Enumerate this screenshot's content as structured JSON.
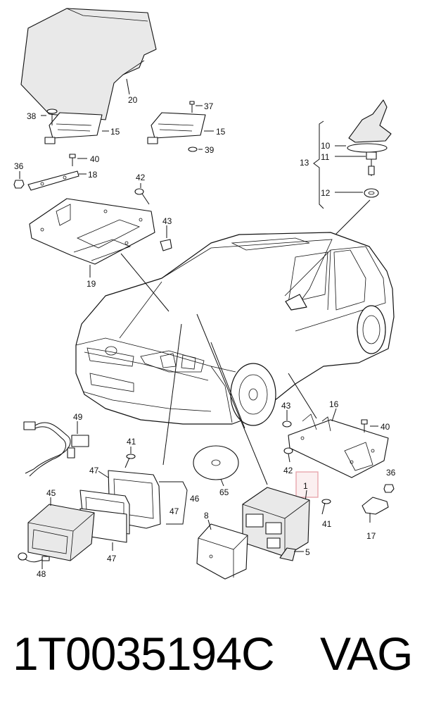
{
  "diagram": {
    "callouts": {
      "n20": "20",
      "n37": "37",
      "n38": "38",
      "n15a": "15",
      "n15b": "15",
      "n40a": "40",
      "n39": "39",
      "n36a": "36",
      "n18": "18",
      "n42a": "42",
      "n43a": "43",
      "n19": "19",
      "n10": "10",
      "n11": "11",
      "n13": "13",
      "n12": "12",
      "n49": "49",
      "n41a": "41",
      "n47a": "47",
      "n46": "46",
      "n47b": "47",
      "n45": "45",
      "n47c": "47",
      "n48": "48",
      "n65": "65",
      "n8": "8",
      "n1": "1",
      "n41b": "41",
      "n5": "5",
      "n43b": "43",
      "n42b": "42",
      "n16": "16",
      "n40b": "40",
      "n36b": "36",
      "n17": "17"
    },
    "highlight_color": "#e8a7ad"
  },
  "caption": {
    "part_number": "1T0035194C",
    "brand": "VAG"
  }
}
